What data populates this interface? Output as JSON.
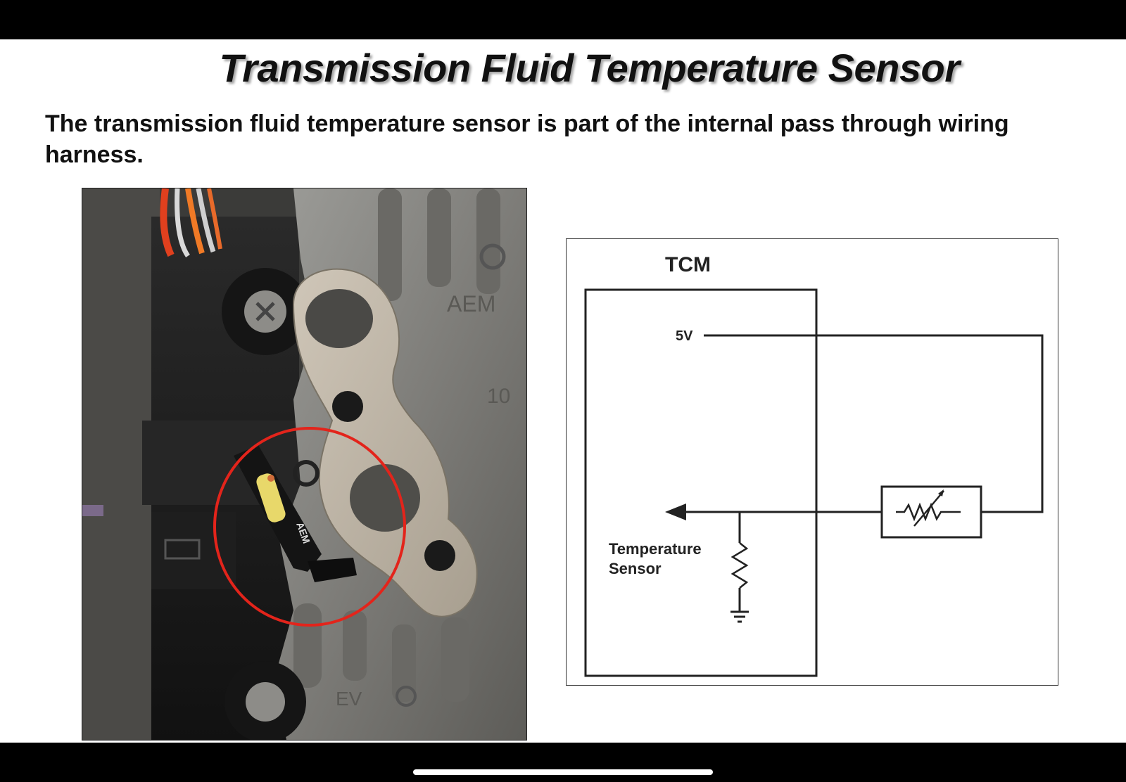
{
  "slide": {
    "title": "Transmission Fluid Temperature Sensor",
    "subtitle": "The transmission fluid temperature sensor is part of the internal pass through wiring harness."
  },
  "photo": {
    "casting_text_1": "AEM",
    "casting_text_2": "10",
    "casting_text_3": "EV",
    "sensor_label": "AEM",
    "highlight_color": "#e3241b"
  },
  "diagram": {
    "module_label": "TCM",
    "voltage_label": "5V",
    "sensor_label_line1": "Temperature",
    "sensor_label_line2": "Sensor",
    "resistor_icon": "fixed-resistor-icon",
    "thermistor_icon": "variable-resistor-icon",
    "ground_icon": "ground-icon",
    "arrow_icon": "arrow-left-icon"
  }
}
